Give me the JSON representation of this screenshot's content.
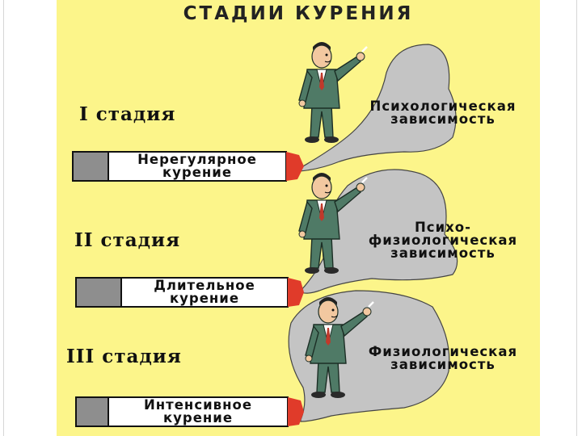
{
  "slide": {
    "title": "СТАДИИ КУРЕНИЯ",
    "colors": {
      "background": "#fcf58a",
      "smoke": "#c4c4c4",
      "filter": "#8e8e8e",
      "ember": "#e03b2a",
      "suit": "#4f7a66"
    },
    "stages": [
      {
        "label": "I стадия",
        "cigarette_lines": [
          "Нерегулярное",
          "курение"
        ],
        "dependence_lines": [
          "Психологическая",
          "зависимость"
        ]
      },
      {
        "label": "II стадия",
        "cigarette_lines": [
          "Длительное",
          "курение"
        ],
        "dependence_lines": [
          "Психо-",
          "физиологическая",
          "зависимость"
        ]
      },
      {
        "label": "III стадия",
        "cigarette_lines": [
          "Интенсивное",
          "курение"
        ],
        "dependence_lines": [
          "Физиологическая",
          "зависимость"
        ]
      }
    ]
  }
}
